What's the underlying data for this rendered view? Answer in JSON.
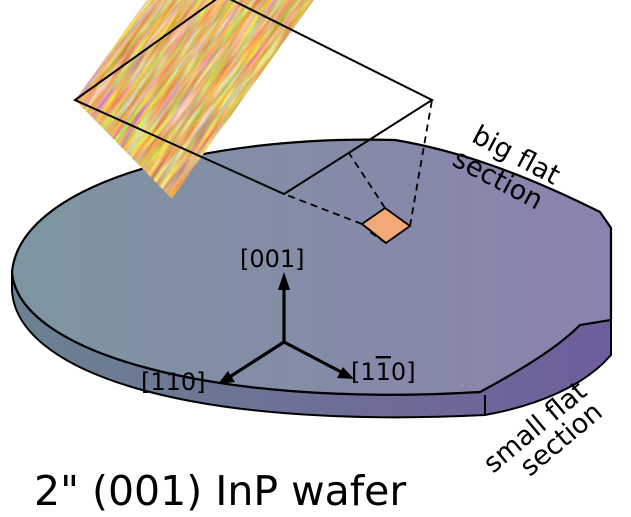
{
  "diagram": {
    "title": "2\" (001) InP wafer",
    "axes": {
      "z_label": "[001]",
      "x_label": "[110]",
      "y_label_prefix": "[1",
      "y_label_bar_digit": "1",
      "y_label_suffix": "0]"
    },
    "flat_labels": {
      "big_line1": "big flat",
      "big_line2": "section",
      "small_line1": "small flat",
      "small_line2": "section"
    },
    "colors": {
      "wafer_left": "#7e95a0",
      "wafer_right": "#8a82ae",
      "wafer_edge_left": "#6b8290",
      "wafer_edge_right": "#6f5e9c",
      "sample_patch": "#f2a877",
      "afm_dark": "#2a0f02",
      "afm_mid": "#b8601c",
      "afm_light": "#fff1c8",
      "outline": "#000000"
    }
  }
}
